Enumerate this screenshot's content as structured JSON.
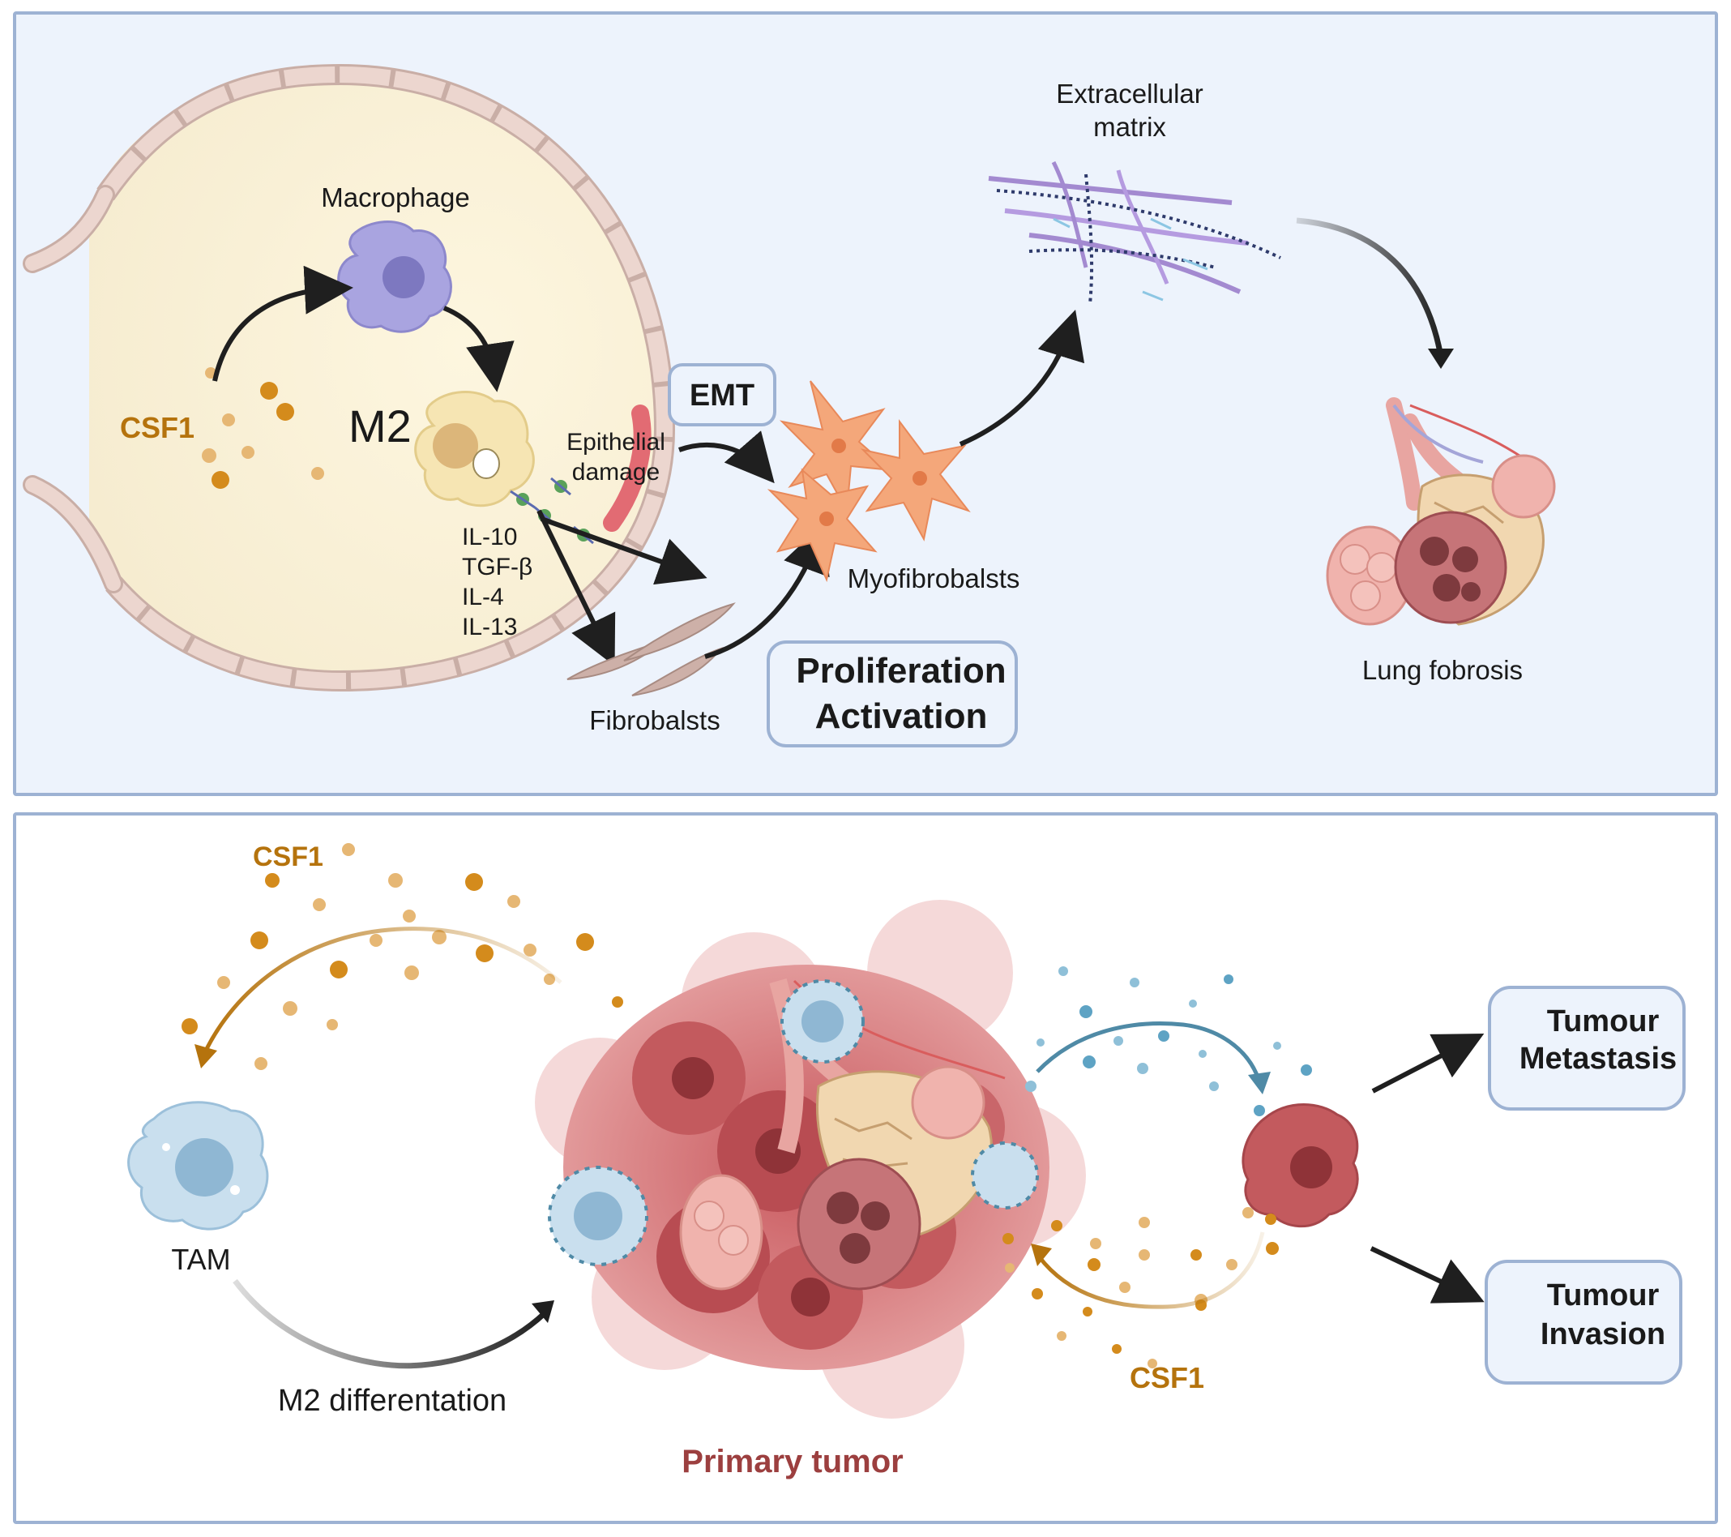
{
  "colors": {
    "panel_border": "#9db2d3",
    "panel_fill": "#edf3fc",
    "csf_label": "#b5730d",
    "tumor_label": "#9c3f3f",
    "box_border": "#9db2d3",
    "box_fill": "#edf3fc",
    "arrow": "#1f1f1f"
  },
  "top_panel": {
    "macrophage": "Macrophage",
    "m2": "M2",
    "csf1": "CSF1",
    "epithelial_damage_1": "Epithelial",
    "epithelial_damage_2": "damage",
    "cytokines": [
      "IL-10",
      "TGF-β",
      "IL-4",
      "IL-13"
    ],
    "emt": "EMT",
    "myofibroblasts": "Myofibrobalsts",
    "fibroblasts": "Fibrobalsts",
    "proliferation": "Proliferation",
    "activation": "Activation",
    "ecm_1": "Extracellular",
    "ecm_2": "matrix",
    "lung_fibrosis": "Lung fobrosis"
  },
  "bottom_panel": {
    "csf1_top": "CSF1",
    "tam": "TAM",
    "m2_diff": "M2 differentation",
    "primary_tumor": "Primary tumor",
    "csf1_bottom": "CSF1",
    "metastasis_1": "Tumour",
    "metastasis_2": "Metastasis",
    "invasion_1": "Tumour",
    "invasion_2": "Invasion"
  },
  "icons": [
    "macrophage-cell-icon",
    "m2-macrophage-icon",
    "fibroblast-icon",
    "myofibroblast-icon",
    "ecm-fiber-icon",
    "lung-alveoli-icon",
    "tumor-mass-icon",
    "tam-cell-icon",
    "tumor-cell-icon"
  ]
}
